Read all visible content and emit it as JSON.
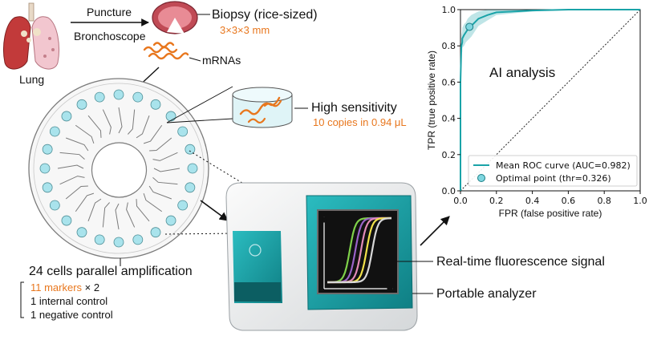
{
  "flow": {
    "lung_label": "Lung",
    "puncture_label": "Puncture",
    "bronchoscope_label": "Bronchoscope",
    "biopsy_label": "Biopsy (rice-sized)",
    "biopsy_size": "3×3×3 mm",
    "mrna_label": "mRNAs"
  },
  "chip": {
    "title": "24 cells parallel amplification",
    "markers_highlight": "11 markers",
    "markers_suffix": " × 2",
    "control_internal": "1 internal control",
    "control_negative": "1 negative control",
    "well_count": 24
  },
  "sensitivity": {
    "title": "High sensitivity",
    "detail": "10 copies in 0.94 μL"
  },
  "device": {
    "screen_label": "Real-time fluorescence signal",
    "device_label": "Portable analyzer",
    "curve_colors": [
      "#7fd14a",
      "#9a63c9",
      "#e28ab8",
      "#f2e24a",
      "#d8d8d8"
    ]
  },
  "colors": {
    "accent_orange": "#e8771e",
    "teal": "#1aa3a8",
    "lung_red": "#c23a3a"
  },
  "chart_data": {
    "type": "line",
    "annotation": "AI analysis",
    "xlabel": "FPR (false positive rate)",
    "ylabel": "TPR (true positive rate)",
    "xlim": [
      0,
      1
    ],
    "ylim": [
      0,
      1
    ],
    "xticks": [
      "0.0",
      "0.2",
      "0.4",
      "0.6",
      "0.8",
      "1.0"
    ],
    "yticks": [
      "0.0",
      "0.2",
      "0.4",
      "0.6",
      "0.8",
      "1.0"
    ],
    "legend_position": "bottom-right",
    "series": [
      {
        "name": "Mean ROC curve (AUC=0.982)",
        "color": "#1aa3a8",
        "x": [
          0,
          0,
          0.005,
          0.01,
          0.01,
          0.02,
          0.03,
          0.04,
          0.06,
          0.08,
          0.1,
          0.15,
          0.2,
          0.3,
          0.4,
          0.6,
          0.8,
          1.0
        ],
        "y": [
          0,
          0.6,
          0.8,
          0.82,
          0.84,
          0.86,
          0.875,
          0.89,
          0.91,
          0.93,
          0.95,
          0.97,
          0.985,
          0.99,
          0.995,
          1.0,
          1.0,
          1.0
        ],
        "band_upper": [
          0.05,
          0.7,
          0.86,
          0.88,
          0.9,
          0.92,
          0.93,
          0.95,
          0.97,
          0.98,
          0.99,
          1.0,
          1.0,
          1.0,
          1.0,
          1.0,
          1.0,
          1.0
        ],
        "band_lower": [
          0,
          0.5,
          0.74,
          0.77,
          0.79,
          0.8,
          0.82,
          0.83,
          0.85,
          0.88,
          0.91,
          0.94,
          0.97,
          0.98,
          0.99,
          1.0,
          1.0,
          1.0
        ]
      },
      {
        "name": "Optimal point (thr=0.326)",
        "type": "scatter",
        "x": [
          0.05
        ],
        "y": [
          0.905
        ]
      }
    ],
    "chance_line": {
      "x": [
        0,
        1
      ],
      "y": [
        0,
        1
      ]
    }
  }
}
